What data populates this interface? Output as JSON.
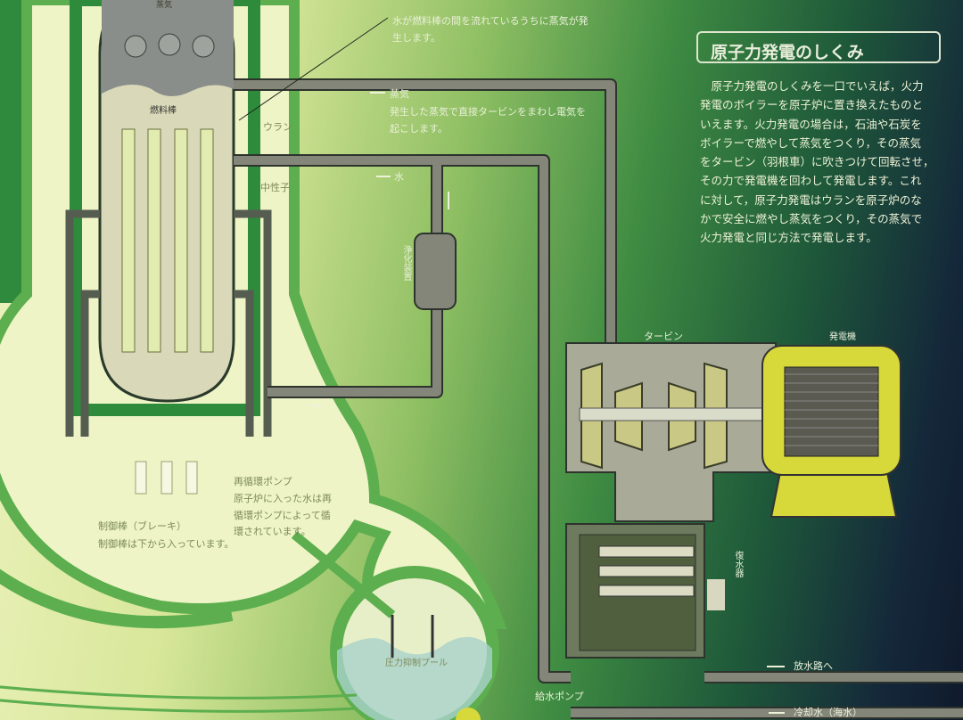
{
  "title": "原子力発電のしくみ",
  "description_lines": [
    "　原子力発電のしくみを一口でいえば，火力",
    "発電のボイラーを原子炉に置き換えたものと",
    "いえます。火力発電の場合は，石油や石炭を",
    "ボイラーで燃やして蒸気をつくり，その蒸気",
    "をタービン（羽根車）に吹きつけて回転させ，",
    "その力で発電機を回わして発電します。これ",
    "に対して，原子力発電はウランを原子炉のな",
    "かで安全に燃やし蒸気をつくり，その蒸気で",
    "火力発電と同じ方法で発電します。"
  ],
  "labels": {
    "vessel_steam": "蒸気",
    "fuel_rod": "燃料棒",
    "uranium": "ウラン",
    "neutron": "中性子",
    "water_note_1": "水が燃料棒の間を流れているうちに蒸気が発",
    "water_note_2": "生します。",
    "steam": "蒸気",
    "steam_note_1": "発生した蒸気で直接タービンをまわし電気を",
    "steam_note_2": "起こします。",
    "water": "水",
    "purifier": "浄化装置",
    "turbine": "タービン",
    "generator": "発電機",
    "condenser": "復水器",
    "control_rod_title": "制御棒（ブレーキ）",
    "control_rod_note": "制御棒は下から入っています。",
    "recirc_title": "再循環ポンプ",
    "recirc_note_1": "原子炉に入った水は再",
    "recirc_note_2": "循環ポンプによって循",
    "recirc_note_3": "環されています。",
    "suppression_pool": "圧力抑制プール",
    "feedwater_pump": "給水ポンプ",
    "to_discharge": "放水路へ",
    "cooling_water": "冷却水（海水）"
  },
  "colors": {
    "pipe": "#85867a",
    "containment": "#4fa54a",
    "generator": "#d7d83a"
  }
}
